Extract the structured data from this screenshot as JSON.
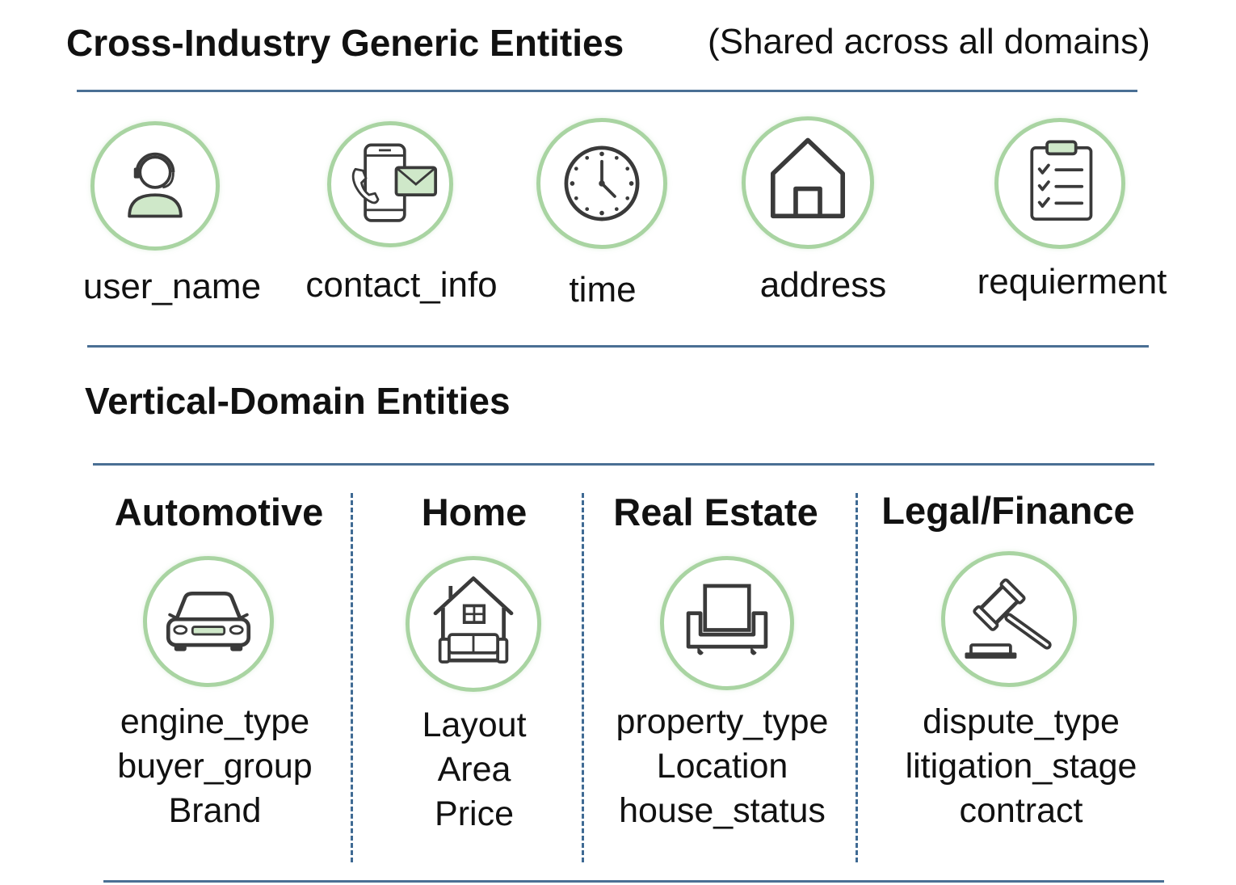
{
  "generic": {
    "title": "Cross-Industry Generic Entities",
    "subtitle": "(Shared across all domains)",
    "items": [
      {
        "label": "user_name",
        "icon": "user-headset-icon"
      },
      {
        "label": "contact_info",
        "icon": "phone-mail-icon"
      },
      {
        "label": "time",
        "icon": "clock-icon"
      },
      {
        "label": "address",
        "icon": "house-icon"
      },
      {
        "label": "requierment",
        "icon": "clipboard-checklist-icon"
      }
    ]
  },
  "vertical": {
    "title": "Vertical-Domain Entities",
    "domains": [
      {
        "title": "Automotive",
        "icon": "car-icon",
        "entities": [
          "engine_type",
          "buyer_group",
          "Brand"
        ]
      },
      {
        "title": "Home",
        "icon": "home-sofa-icon",
        "entities": [
          "Layout",
          "Area",
          "Price"
        ]
      },
      {
        "title": "Real Estate",
        "icon": "armchair-icon",
        "entities": [
          "property_type",
          "Location",
          "house_status"
        ]
      },
      {
        "title": "Legal/Finance",
        "icon": "gavel-icon",
        "entities": [
          "dispute_type",
          "litigation_stage",
          "contract"
        ]
      }
    ]
  },
  "colors": {
    "rule": "#4a6f94",
    "circle_border": "#a9d4a2",
    "icon_stroke": "#3a3a3a",
    "icon_fill_accent": "#cfe8c9"
  }
}
